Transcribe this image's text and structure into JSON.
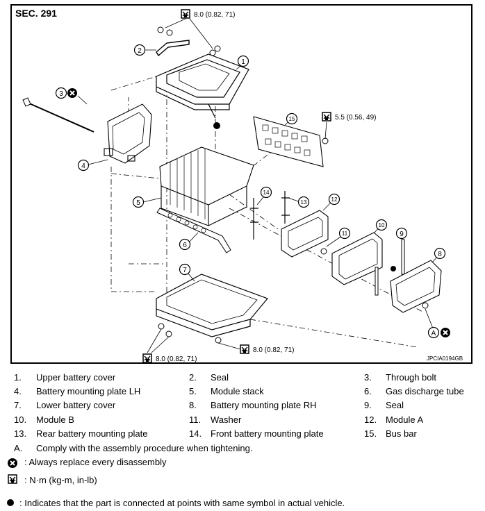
{
  "section_label": "SEC. 291",
  "figure_code": "JPCIA0194GB",
  "torques": {
    "top": "8.0 (0.82, 71)",
    "right": "5.5 (0.56, 49)",
    "bottom_left": "8.0 (0.82, 71)",
    "bottom_mid": "8.0 (0.82, 71)"
  },
  "callouts": {
    "c1": "1",
    "c2": "2",
    "c3": "3",
    "c4": "4",
    "c5": "5",
    "c6": "6",
    "c7": "7",
    "c8": "8",
    "c9": "9",
    "c10": "10",
    "c11": "11",
    "c12": "12",
    "c13": "13",
    "c14": "14",
    "c15": "15",
    "cA": "A"
  },
  "parts": [
    {
      "num": "1.",
      "name": "Upper battery cover"
    },
    {
      "num": "2.",
      "name": "Seal"
    },
    {
      "num": "3.",
      "name": "Through bolt"
    },
    {
      "num": "4.",
      "name": "Battery mounting plate LH"
    },
    {
      "num": "5.",
      "name": "Module stack"
    },
    {
      "num": "6.",
      "name": "Gas discharge tube"
    },
    {
      "num": "7.",
      "name": "Lower battery cover"
    },
    {
      "num": "8.",
      "name": "Battery mounting plate RH"
    },
    {
      "num": "9.",
      "name": "Seal"
    },
    {
      "num": "10.",
      "name": "Module B"
    },
    {
      "num": "11.",
      "name": "Washer"
    },
    {
      "num": "12.",
      "name": "Module A"
    },
    {
      "num": "13.",
      "name": "Rear battery mounting plate"
    },
    {
      "num": "14.",
      "name": "Front battery mounting plate"
    },
    {
      "num": "15.",
      "name": "Bus bar"
    }
  ],
  "notes": {
    "a_label": "A.",
    "a_text": "Comply with the assembly procedure when tightening.",
    "replace_text": ": Always replace every disassembly",
    "torque_text": ": N·m (kg-m, in-lb)",
    "dot_text": ": Indicates that the part is connected at points with same symbol in actual vehicle."
  }
}
